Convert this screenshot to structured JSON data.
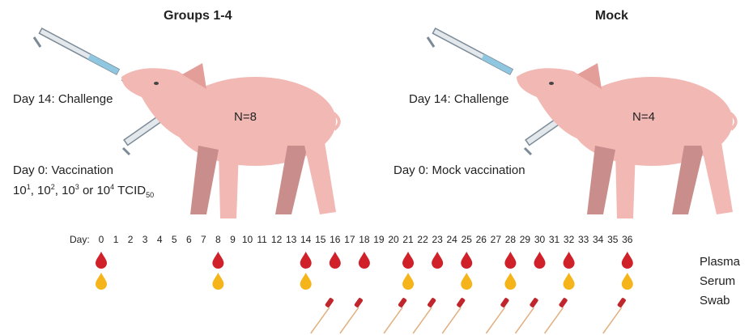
{
  "groups": [
    {
      "title": "Groups 1-4",
      "n": "N=8",
      "challenge": "Day 14: Challenge",
      "vaccination": "Day 0: Vaccination",
      "doses": {
        "p1": "10",
        "e1": "1",
        "p2": ", 10",
        "e2": "2",
        "p3": ", 10",
        "e3": "3",
        "p4": " or 10",
        "e4": "4",
        "unit": " TCID",
        "unit_sub": "50"
      }
    },
    {
      "title": "Mock",
      "n": "N=4",
      "challenge": "Day 14: Challenge",
      "vaccination": "Day 0: Mock vaccination"
    }
  ],
  "timeline": {
    "label": "Day:",
    "days": [
      "0",
      "1",
      "2",
      "3",
      "4",
      "5",
      "6",
      "7",
      "8",
      "9",
      "10",
      "11",
      "12",
      "13",
      "14",
      "15",
      "16",
      "17",
      "18",
      "19",
      "20",
      "21",
      "22",
      "23",
      "24",
      "25",
      "26",
      "27",
      "28",
      "29",
      "30",
      "31",
      "32",
      "33",
      "34",
      "35",
      "36"
    ],
    "plasma_days": [
      0,
      8,
      14,
      16,
      18,
      21,
      23,
      25,
      28,
      30,
      32,
      36
    ],
    "serum_days": [
      0,
      8,
      14,
      21,
      25,
      28,
      32,
      36
    ],
    "swab_days": [
      16,
      18,
      21,
      23,
      25,
      28,
      30,
      32,
      36
    ],
    "rows": {
      "plasma": "Plasma",
      "serum": "Serum",
      "swab": "Swab"
    }
  },
  "colors": {
    "plasma": "#d0202a",
    "serum": "#f5b51a",
    "swab_tip": "#c0272d",
    "pig": "#f2b8b4",
    "pig_dark": "#c98e8b"
  }
}
